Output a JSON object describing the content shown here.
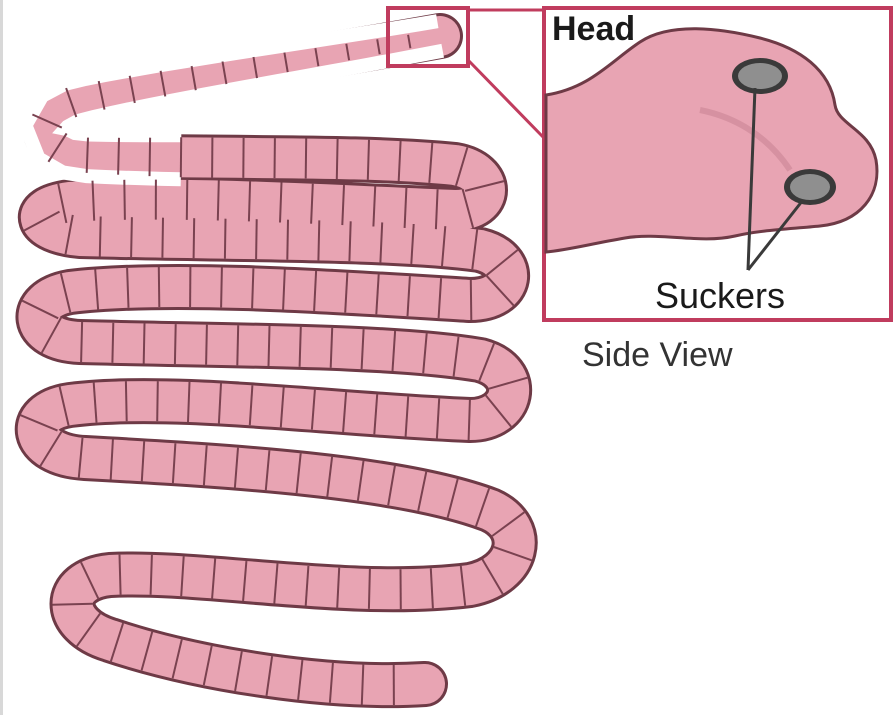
{
  "figure": {
    "labels": {
      "head": "Head",
      "suckers": "Suckers",
      "view": "Side View"
    },
    "colors": {
      "body_fill": "#e8a4b3",
      "body_stroke": "#6e3a46",
      "segment_line": "#7a4250",
      "inset_border": "#c03c5e",
      "sucker_fill": "#8f8f8f",
      "sucker_rim": "#3a3a3a"
    }
  }
}
